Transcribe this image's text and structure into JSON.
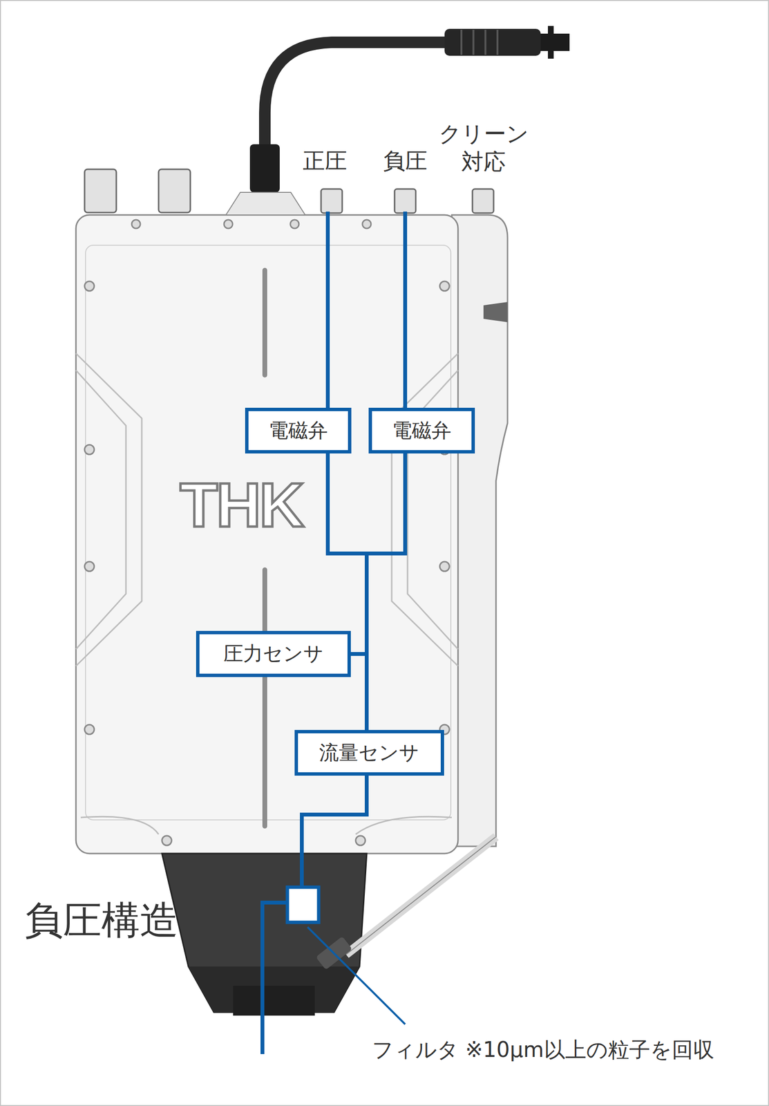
{
  "diagram": {
    "nodes": [
      {
        "text": [
          "電磁弁"
        ]
      },
      {
        "text": [
          "電磁弁"
        ]
      },
      {
        "text": [
          "圧力センサ"
        ]
      },
      {
        "text": [
          "流量センサ"
        ]
      }
    ],
    "edges": [
      {
        "from": 0,
        "to": 3,
        "arrow": "none"
      },
      {
        "from": 1,
        "to": 3,
        "arrow": "none"
      },
      {
        "from": 2,
        "to": 3,
        "arrow": "none"
      }
    ],
    "labels": [
      "正圧",
      "負圧",
      "クリーン 対応",
      "THK",
      "負圧構造",
      "フィルタ ※10μm以上の粒子を回収"
    ]
  }
}
